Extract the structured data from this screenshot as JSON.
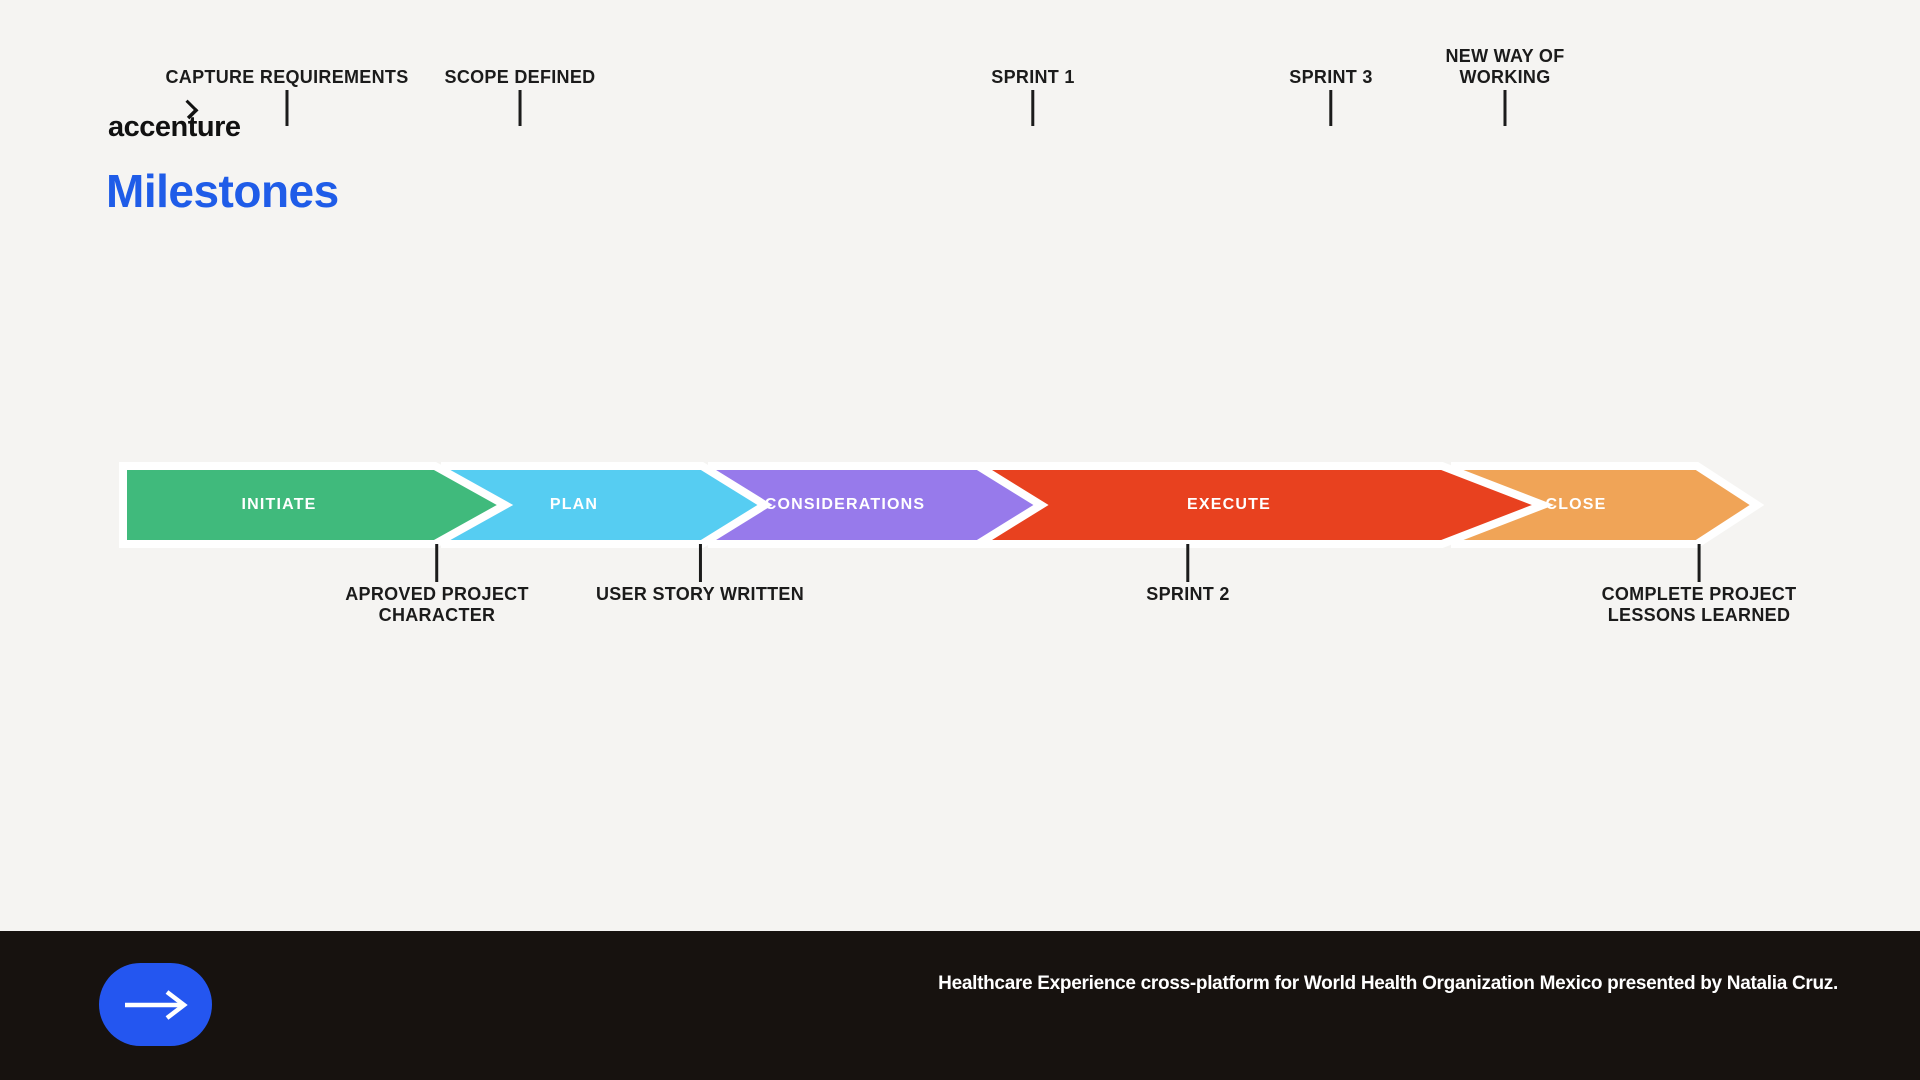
{
  "header": {
    "brand": "accenture",
    "brand_accent_icon": "chevron-right-accent",
    "title": "Milestones",
    "title_color": "#1f5ce8"
  },
  "timeline": {
    "segments": [
      {
        "label": "INITIATE",
        "color": "#40ba7c"
      },
      {
        "label": "PLAN",
        "color": "#56cdf2"
      },
      {
        "label": "CONSIDERATIONS",
        "color": "#977aeb"
      },
      {
        "label": "EXECUTE",
        "color": "#e8411f"
      },
      {
        "label": "CLOSE",
        "color": "#f0a457"
      }
    ],
    "milestones_above": [
      {
        "label": "CAPTURE REQUIREMENTS"
      },
      {
        "label": "SCOPE DEFINED"
      },
      {
        "label": "SPRINT 1"
      },
      {
        "label": "SPRINT 3"
      },
      {
        "label": "NEW WAY OF\nWORKING"
      }
    ],
    "milestones_below": [
      {
        "label": "APROVED PROJECT\nCHARACTER"
      },
      {
        "label": "USER STORY WRITTEN"
      },
      {
        "label": "SPRINT 2"
      },
      {
        "label": "COMPLETE PROJECT\nLESSONS LEARNED"
      }
    ],
    "tick_color": "#1b1b1b",
    "gap_color": "#ffffff"
  },
  "footer": {
    "caption": "Healthcare Experience cross-platform for World Health Organization Mexico presented by Natalia Cruz.",
    "background": "#17120f",
    "button_color": "#2456f0",
    "button_icon": "arrow-right"
  }
}
